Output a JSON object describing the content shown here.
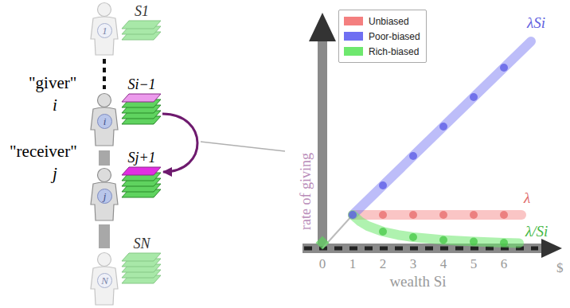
{
  "diagram": {
    "nodes": [
      {
        "text": [
          "1"
        ]
      },
      {
        "text": [
          "i"
        ]
      },
      {
        "text": [
          "j"
        ]
      },
      {
        "text": [
          "N"
        ]
      },
      {
        "text": [
          "S1"
        ]
      },
      {
        "text": [
          "Si−1"
        ]
      },
      {
        "text": [
          "Sj+1"
        ]
      },
      {
        "text": [
          "SN"
        ]
      }
    ],
    "edges": [
      {
        "from": 5,
        "to": 6,
        "arrow": "to"
      }
    ],
    "labels": [
      "\"giver\"",
      "i",
      "\"receiver\"",
      "j",
      "rate of giving",
      "λSi",
      "λ",
      "λ/Si",
      "0",
      "1",
      "2",
      "3",
      "4",
      "5",
      "6",
      "$",
      "wealth Si"
    ],
    "legend": [
      {
        "text": "Unbiased",
        "color": "#f47f7f"
      },
      {
        "text": "Poor-biased",
        "color": "#6f6ff2"
      },
      {
        "text": "Rich-biased",
        "color": "#6ee86e"
      }
    ]
  }
}
